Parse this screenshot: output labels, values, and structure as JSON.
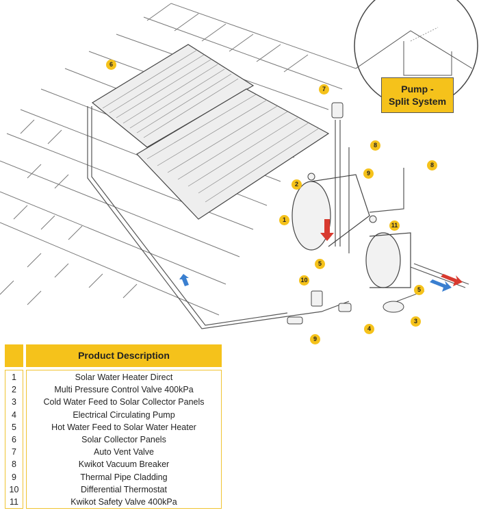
{
  "inset": {
    "label_line1": "Pump -",
    "label_line2": "Split System"
  },
  "callouts": [
    "6",
    "7",
    "8",
    "8",
    "9",
    "2",
    "1",
    "11",
    "5",
    "5",
    "10",
    "4",
    "3",
    "9"
  ],
  "table": {
    "header": "Product Description",
    "rows": [
      {
        "num": "1",
        "desc": "Solar Water Heater Direct"
      },
      {
        "num": "2",
        "desc": "Multi Pressure Control Valve 400kPa"
      },
      {
        "num": "3",
        "desc": "Cold Water Feed to Solar Collector Panels"
      },
      {
        "num": "4",
        "desc": "Electrical Circulating Pump"
      },
      {
        "num": "5",
        "desc": "Hot Water Feed to Solar Water Heater"
      },
      {
        "num": "6",
        "desc": "Solar Collector Panels"
      },
      {
        "num": "7",
        "desc": "Auto Vent Valve"
      },
      {
        "num": "8",
        "desc": "Kwikot Vacuum Breaker"
      },
      {
        "num": "9",
        "desc": "Thermal Pipe Cladding"
      },
      {
        "num": "10",
        "desc": "Differential Thermostat"
      },
      {
        "num": "11",
        "desc": "Kwikot Safety Valve 400kPa"
      }
    ]
  },
  "colors": {
    "accent": "#f5c21b",
    "hot_arrow": "#d83a2f",
    "cold_arrow": "#3a7fd0"
  }
}
